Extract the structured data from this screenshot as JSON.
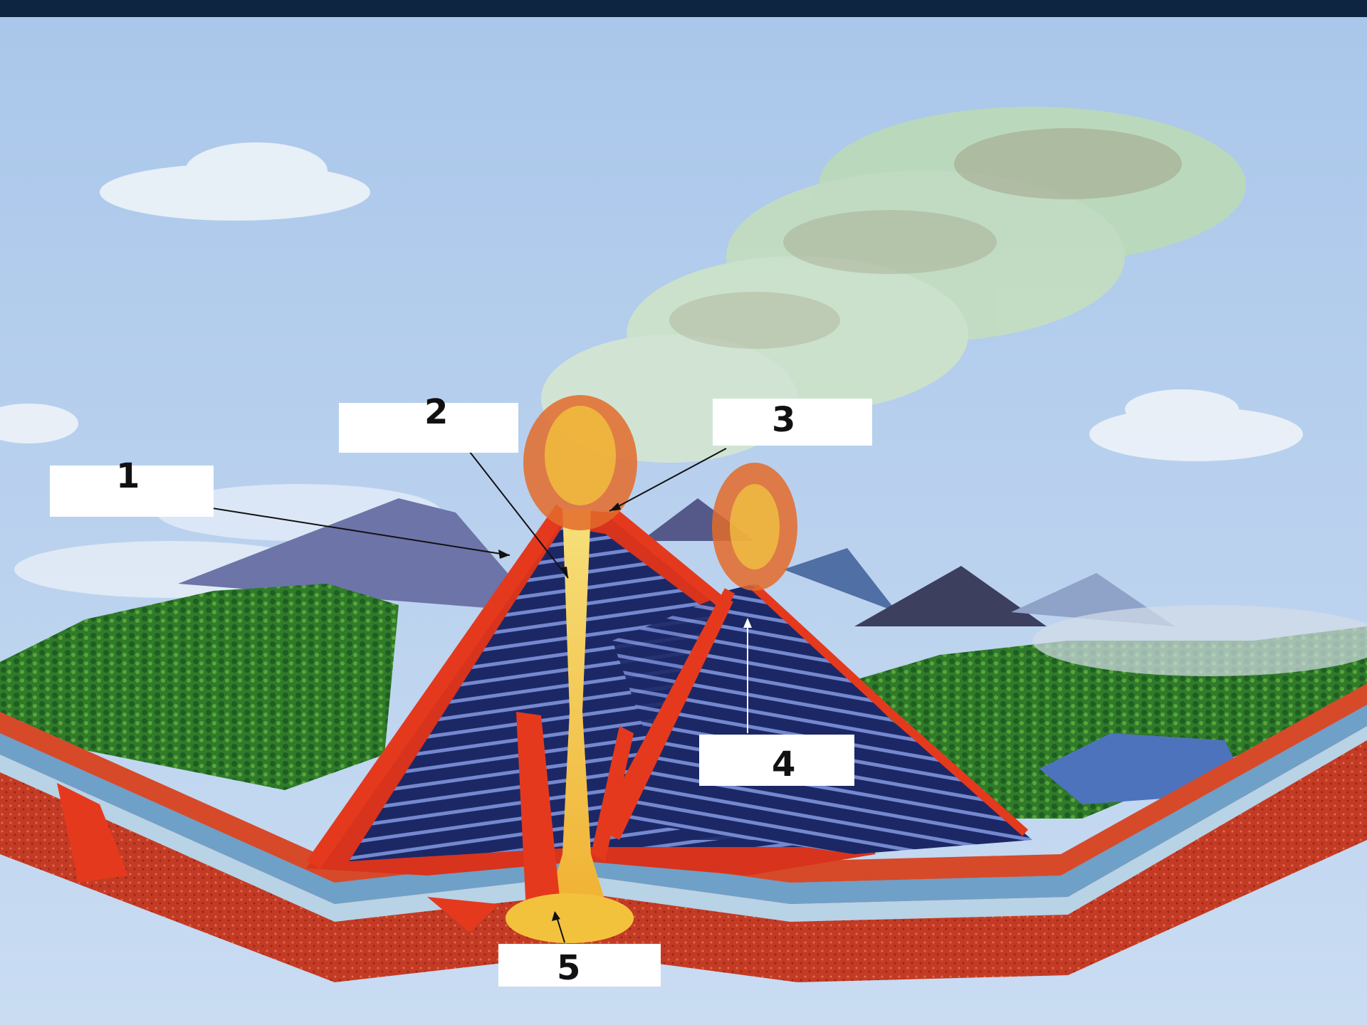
{
  "colors": {
    "top_bar": "#0d2540",
    "sky": "#b9d2ee",
    "lava": "#e0321a",
    "lava_hot": "#f3d24a",
    "strata_dark": "#1d2a6b",
    "strata_light": "#7f93d6",
    "grass": "#3f8f2d",
    "rock": "#c8432a",
    "water": "#5b7fc4",
    "leader_line": "#111111",
    "leader_line_light": "#ffffff"
  },
  "labels": [
    {
      "id": "1",
      "text": "1"
    },
    {
      "id": "2",
      "text": "2"
    },
    {
      "id": "3",
      "text": "3"
    },
    {
      "id": "4",
      "text": "4"
    },
    {
      "id": "5",
      "text": "5"
    }
  ]
}
